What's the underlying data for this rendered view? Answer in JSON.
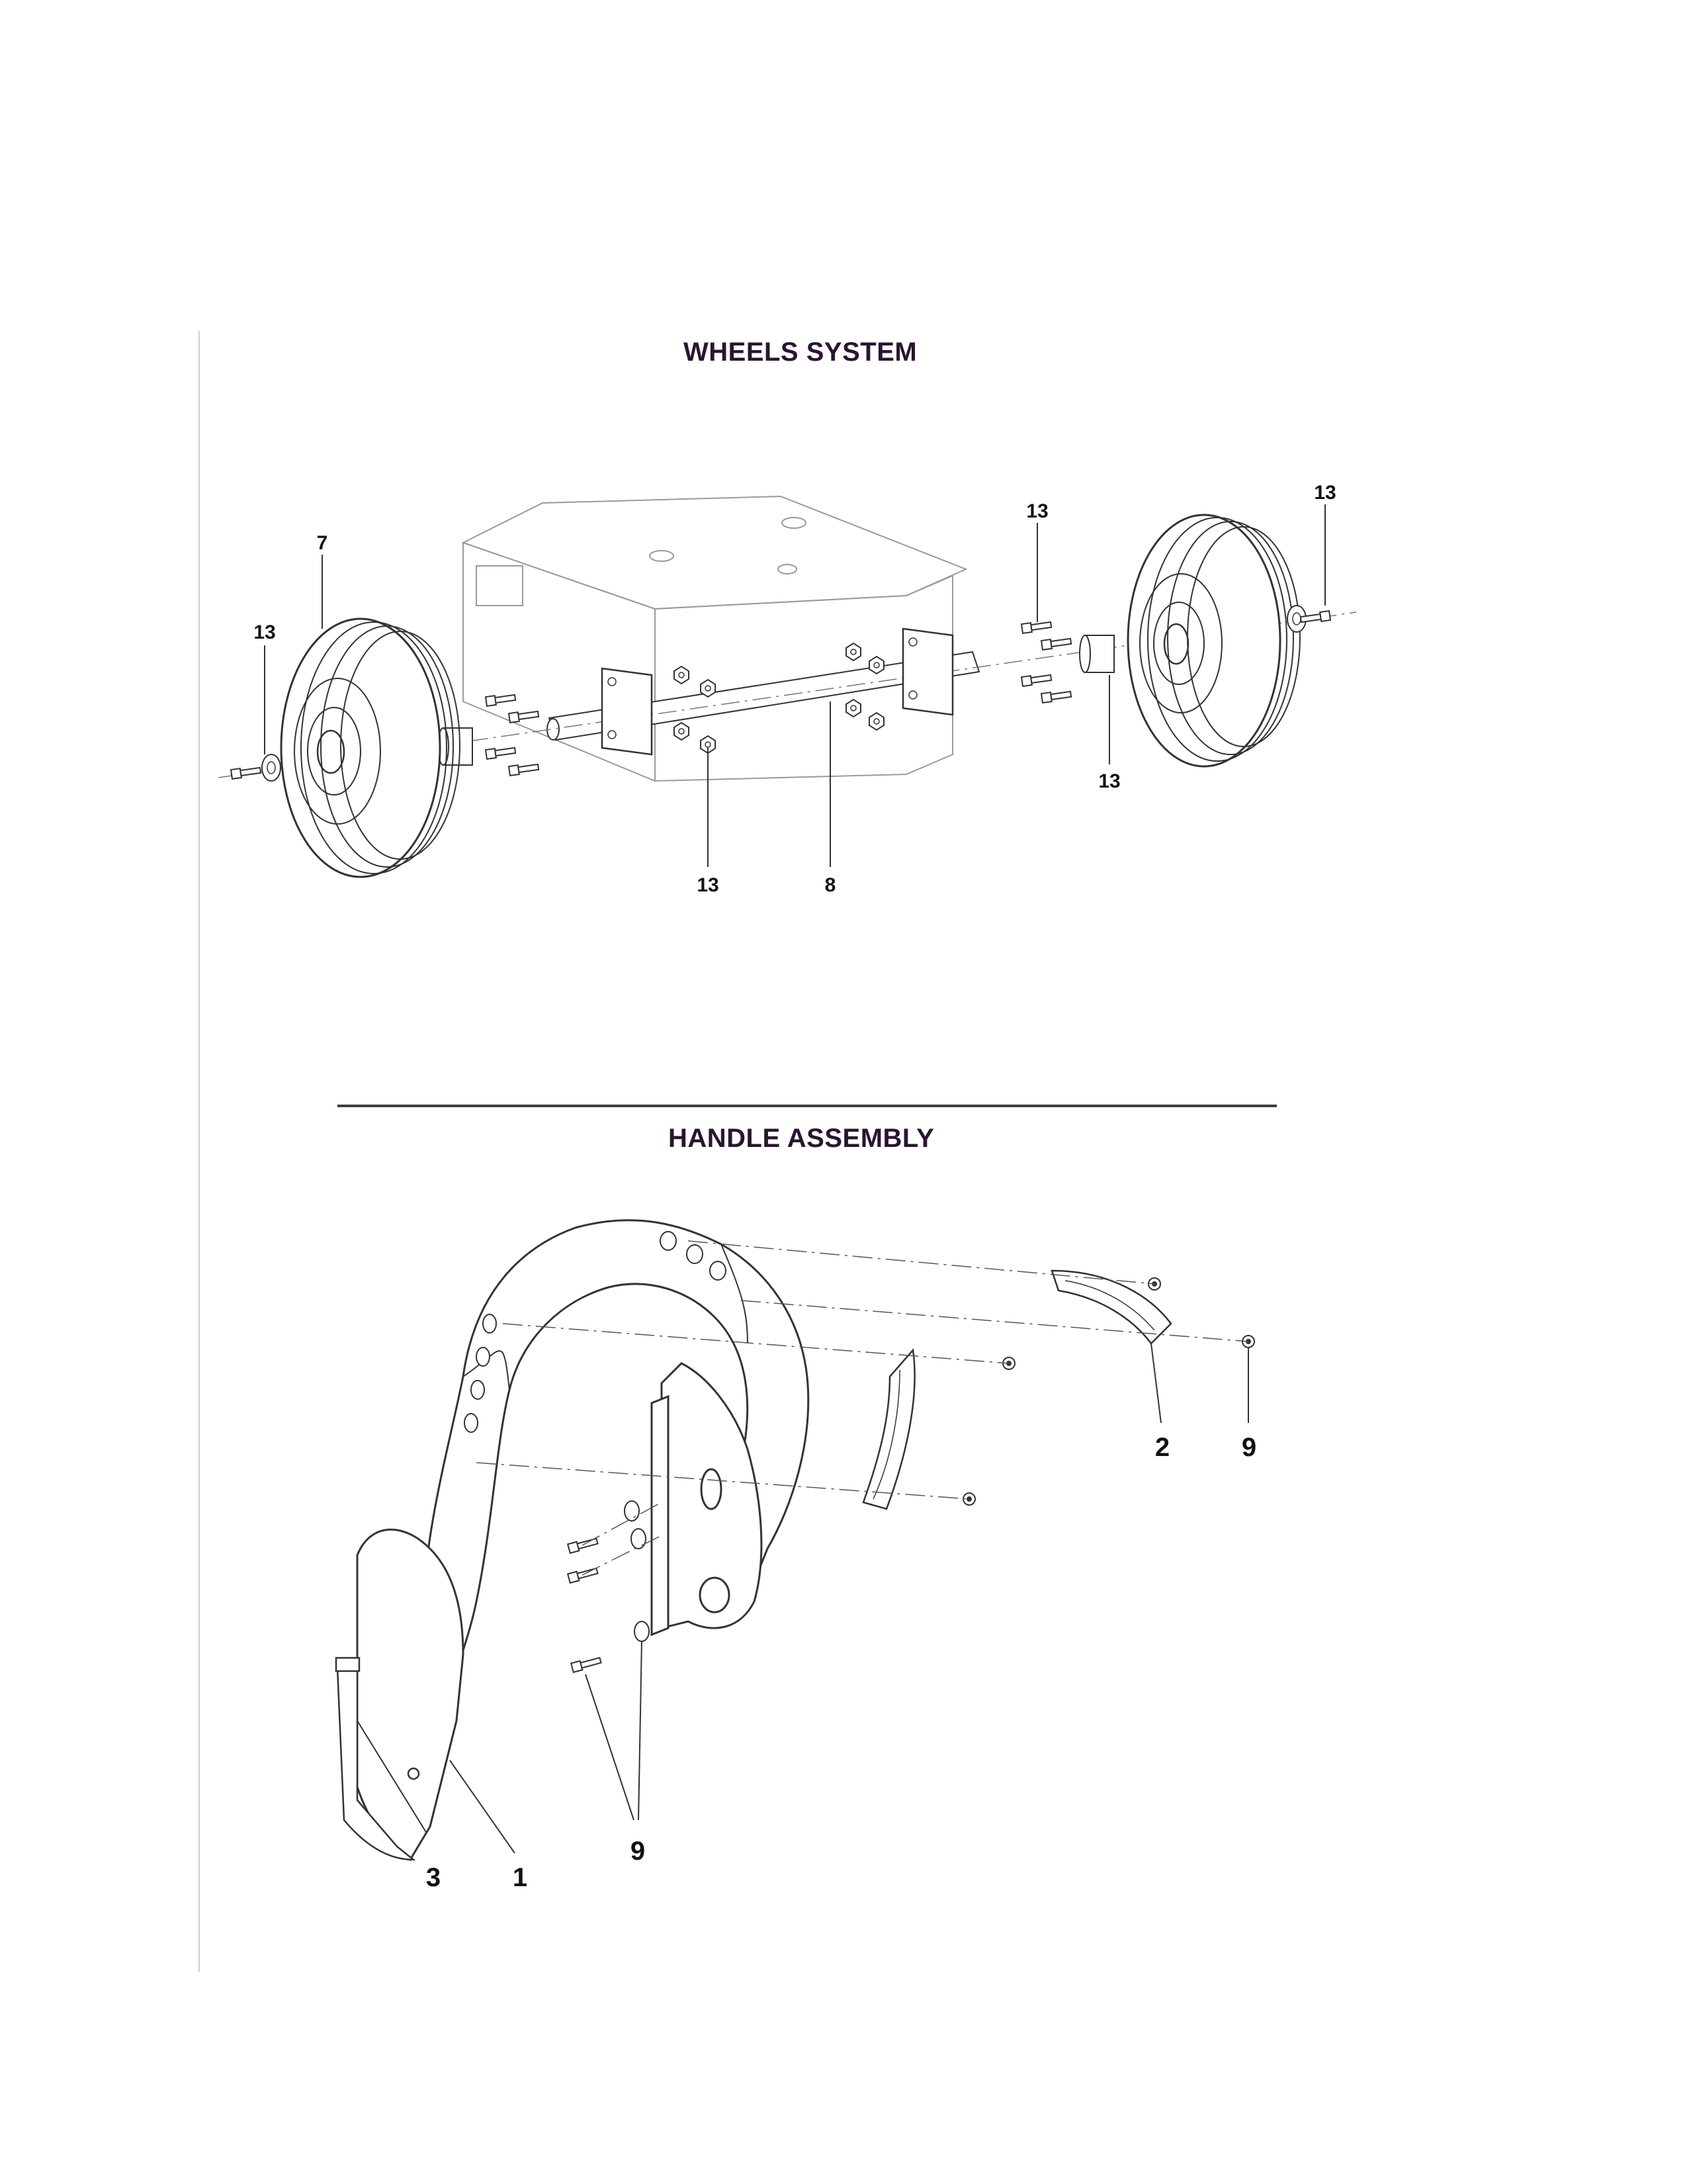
{
  "sections": {
    "wheels": {
      "title": "WHEELS SYSTEM",
      "callouts": {
        "left_wheel": "7",
        "left_cap": "13",
        "top_bolts": "13",
        "top_right_cap": "13",
        "right_spacer": "13",
        "bottom_nut": "13",
        "axle": "8"
      }
    },
    "handle": {
      "title": "HANDLE ASSEMBLY",
      "callouts": {
        "handle_frame": "1",
        "top_cover": "2",
        "screw": "9",
        "grip_switch": "3",
        "bolts": "9"
      }
    }
  }
}
